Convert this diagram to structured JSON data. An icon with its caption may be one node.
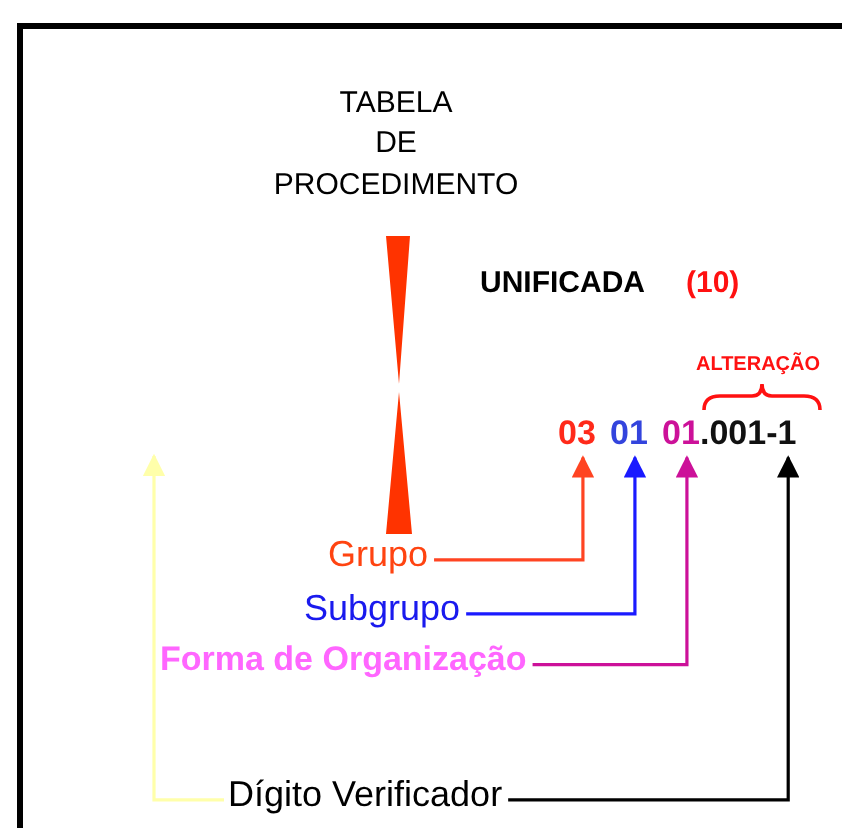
{
  "diagram": {
    "nodes": [
      {
        "text": [
          "03"
        ]
      },
      {
        "text": [
          "01"
        ]
      },
      {
        "text": [
          "01"
        ]
      },
      {
        "text": [
          ".001-1"
        ]
      },
      {
        "text": [
          "Grupo"
        ]
      },
      {
        "text": [
          "Subgrupo"
        ]
      },
      {
        "text": [
          "Forma de Organização"
        ]
      },
      {
        "text": [
          "Dígito Verificador"
        ]
      }
    ],
    "edges": [
      {
        "from": 4,
        "to": 0,
        "arrow": "to",
        "color": "#ff4422"
      },
      {
        "from": 5,
        "to": 1,
        "arrow": "to",
        "color": "#1a1aff"
      },
      {
        "from": 6,
        "to": 2,
        "arrow": "to",
        "color": "#cc1199"
      },
      {
        "from": 7,
        "to": 3,
        "arrow": "to",
        "color": "#000000"
      },
      {
        "from": 7,
        "to": null,
        "arrow": "to",
        "color": "#ffffaa"
      }
    ],
    "labels": [
      "TABELA DE PROCEDIMENTO",
      "UNIFICADA",
      "(10)",
      "ALTERAÇÃO"
    ]
  }
}
